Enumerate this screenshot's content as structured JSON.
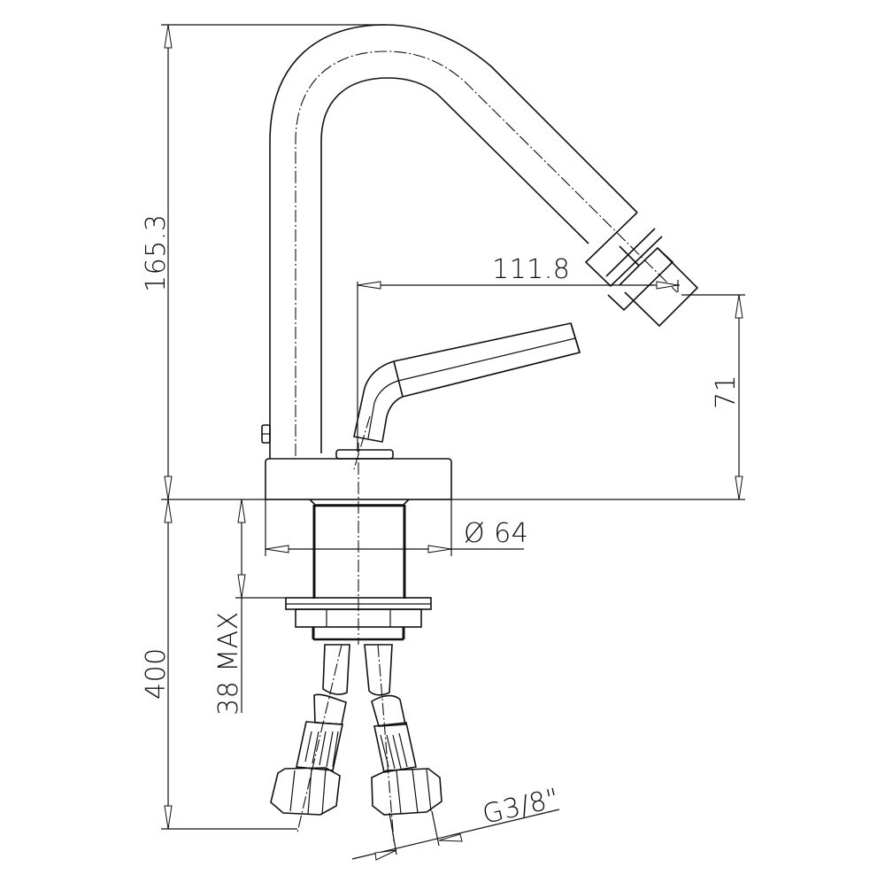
{
  "drawing": {
    "subject": "bidet mixer tap technical drawing",
    "colors": {
      "line": "#111111",
      "background": "#ffffff"
    },
    "dimensions": {
      "overall_height": "165.3",
      "spout_reach": "111.8",
      "spout_outlet_height": "71",
      "base_diameter": "Ø 64",
      "hose_length": "400",
      "max_counter_thickness": "38 MAX",
      "connection_thread": "G3/8\""
    }
  }
}
